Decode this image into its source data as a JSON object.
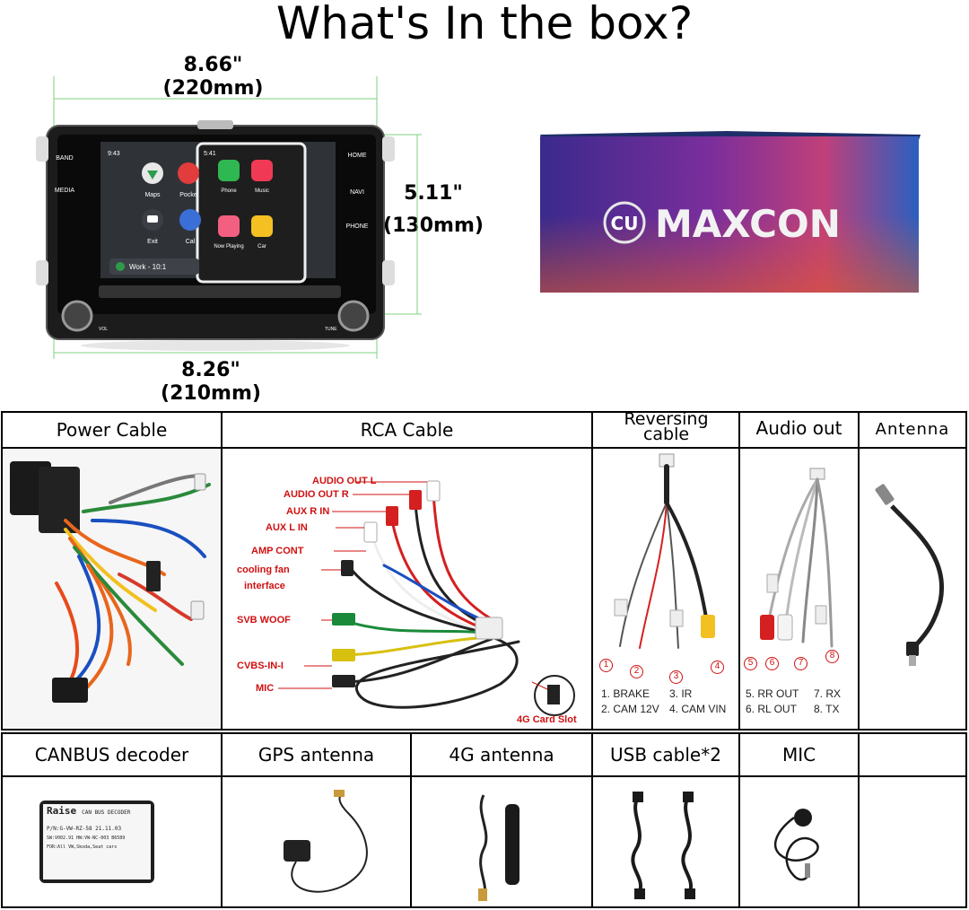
{
  "title": "What's In the box?",
  "dimensions": {
    "top_width": "8.66\"",
    "top_width_mm": "(220mm)",
    "height": "5.11\"",
    "height_mm": "(130mm)",
    "bottom_width": "8.26\"",
    "bottom_width_mm": "(210mm)"
  },
  "radio": {
    "left_buttons": [
      "BAND",
      "MEDIA"
    ],
    "right_buttons": [
      "HOME",
      "NAVI",
      "PHONE"
    ],
    "screen_time_left": "9:43",
    "screen_time_right": "5:41",
    "apps_left": [
      "Maps",
      "Pocke",
      "Exit",
      "Cal"
    ],
    "apps_right": [
      "Phone",
      "Music",
      "Now Playing",
      "Car"
    ],
    "nav_text": "Work - 10:1",
    "knob_left": "VOL",
    "knob_right": "TUNE"
  },
  "box": {
    "brand": "MAXCON",
    "logo_text": "CU"
  },
  "headers_top": [
    "Power Cable",
    "RCA Cable",
    "Reversing cable",
    "Audio out",
    "Antenna"
  ],
  "headers_bottom": [
    "CANBUS decoder",
    "GPS antenna",
    "4G antenna",
    "USB cable*2",
    "MIC",
    ""
  ],
  "rca_labels": [
    "AUDIO OUT L",
    "AUDIO OUT R",
    "AUX R IN",
    "AUX L IN",
    "AMP CONT",
    "cooling fan",
    "interface",
    "SVB WOOF",
    "CVBS-IN-I",
    "MIC",
    "4G Card Slot"
  ],
  "reversing": {
    "nums": [
      "1",
      "2",
      "3",
      "4"
    ],
    "legend": [
      "1. BRAKE",
      "3. IR",
      "2. CAM 12V",
      "4. CAM VIN"
    ]
  },
  "audio_out": {
    "nums": [
      "5",
      "6",
      "7",
      "8"
    ],
    "legend": [
      "5. RR OUT",
      "7. RX",
      "6. RL OUT",
      "8. TX"
    ]
  },
  "canbus": {
    "brand": "Raise",
    "line1": "CAN BUS DECODER",
    "line2": "P/N:G-VW-RZ-58   21.11.03",
    "line3": "SW:V002.91 HW:VW-NC-003 B6589",
    "line4": "FOR:All VW,Skoda,Seat cars"
  }
}
